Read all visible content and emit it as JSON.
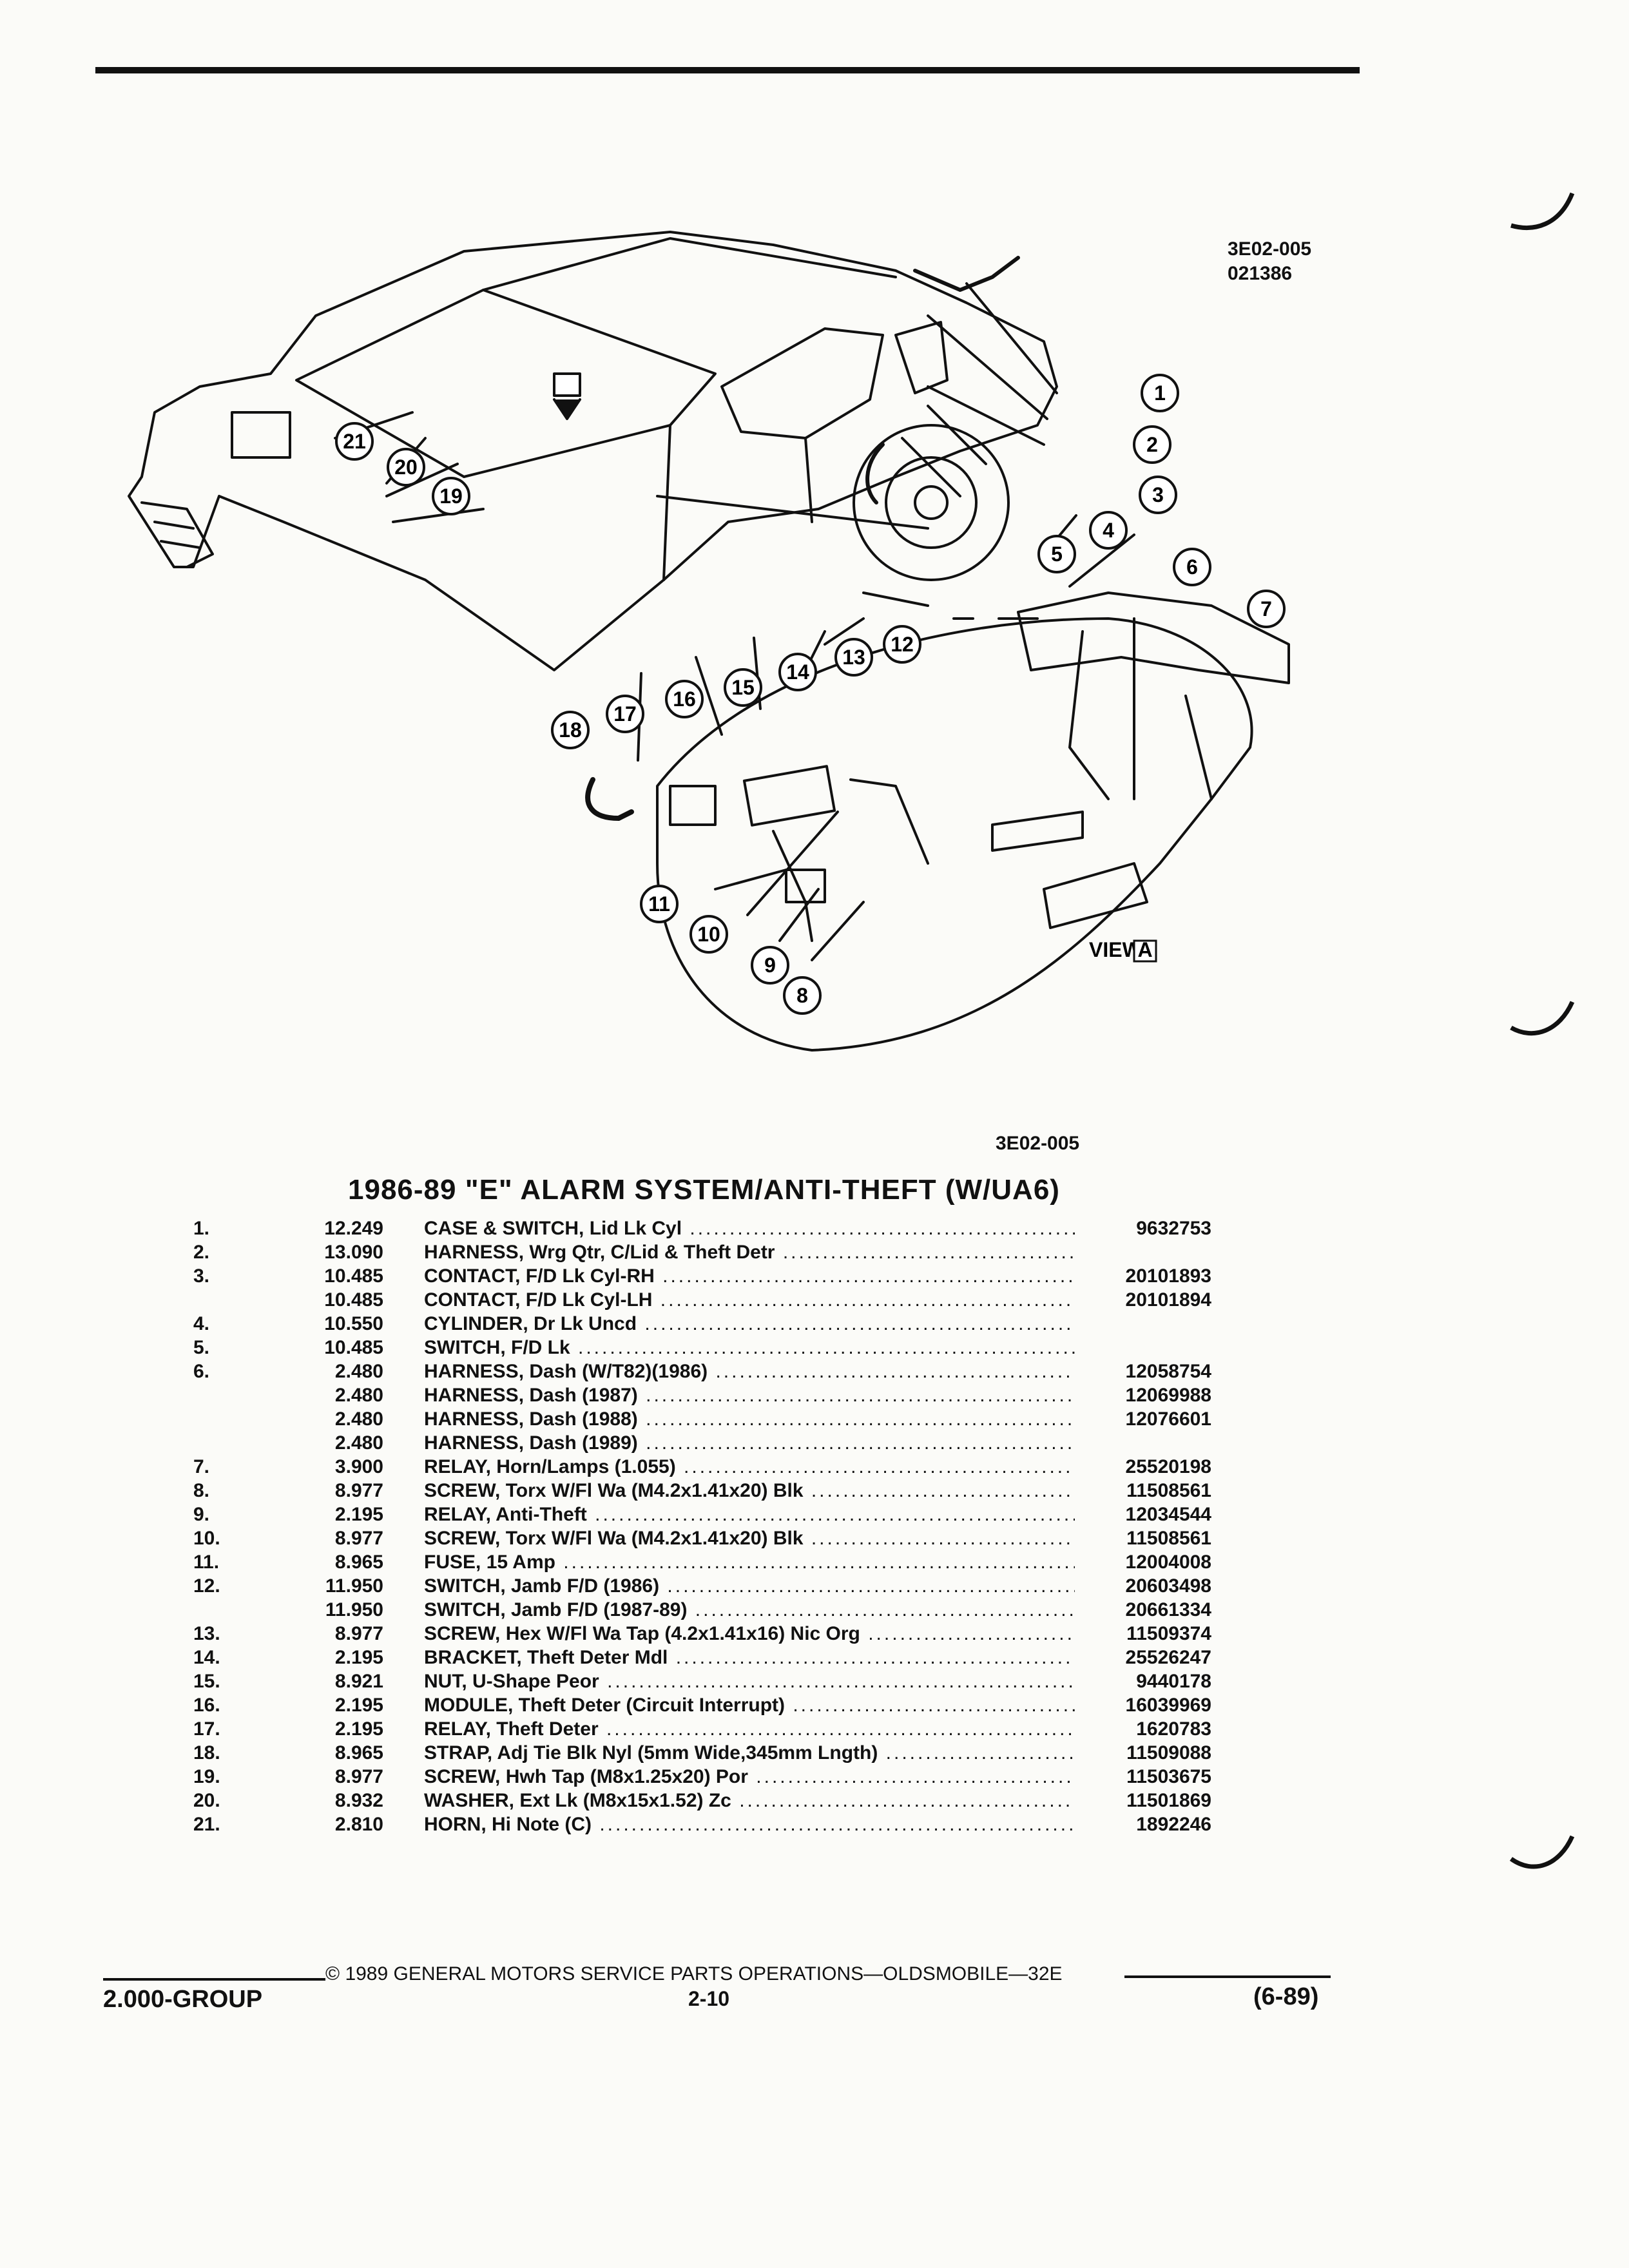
{
  "header": {
    "figure_id": "3E02-005",
    "figure_date_code": "021386"
  },
  "diagram": {
    "view_label": "VIEW",
    "view_letter": "A",
    "callouts": [
      "1",
      "2",
      "3",
      "4",
      "5",
      "6",
      "7",
      "8",
      "9",
      "10",
      "11",
      "12",
      "13",
      "14",
      "15",
      "16",
      "17",
      "18",
      "19",
      "20",
      "21"
    ]
  },
  "figure_ref": "3E02-005",
  "section_title": "1986-89 \"E\" ALARM SYSTEM/ANTI-THEFT (W/UA6)",
  "parts": [
    {
      "num": "1.",
      "group": "12.249",
      "name": "CASE & SWITCH,",
      "desc": "Lid Lk Cyl",
      "pn": "9632753"
    },
    {
      "num": "2.",
      "group": "13.090",
      "name": "HARNESS,",
      "desc": "Wrg Qtr, C/Lid & Theft Detr",
      "pn": ""
    },
    {
      "num": "3.",
      "group": "10.485",
      "name": "CONTACT,",
      "desc": "F/D Lk Cyl-RH",
      "pn": "20101893"
    },
    {
      "num": "",
      "group": "10.485",
      "name": "CONTACT,",
      "desc": "F/D Lk Cyl-LH",
      "pn": "20101894"
    },
    {
      "num": "4.",
      "group": "10.550",
      "name": "CYLINDER,",
      "desc": "Dr Lk Uncd",
      "pn": ""
    },
    {
      "num": "5.",
      "group": "10.485",
      "name": "SWITCH,",
      "desc": "F/D Lk",
      "pn": ""
    },
    {
      "num": "6.",
      "group": "2.480",
      "name": "HARNESS,",
      "desc": "Dash (W/T82)(1986)",
      "pn": "12058754"
    },
    {
      "num": "",
      "group": "2.480",
      "name": "HARNESS,",
      "desc": "Dash (1987)",
      "pn": "12069988"
    },
    {
      "num": "",
      "group": "2.480",
      "name": "HARNESS,",
      "desc": "Dash (1988)",
      "pn": "12076601"
    },
    {
      "num": "",
      "group": "2.480",
      "name": "HARNESS,",
      "desc": "Dash (1989)",
      "pn": ""
    },
    {
      "num": "7.",
      "group": "3.900",
      "name": "RELAY,",
      "desc": "Horn/Lamps (1.055)",
      "pn": "25520198"
    },
    {
      "num": "8.",
      "group": "8.977",
      "name": "SCREW,",
      "desc": "Torx W/Fl Wa (M4.2x1.41x20) Blk",
      "pn": "11508561"
    },
    {
      "num": "9.",
      "group": "2.195",
      "name": "RELAY,",
      "desc": "Anti-Theft",
      "pn": "12034544"
    },
    {
      "num": "10.",
      "group": "8.977",
      "name": "SCREW,",
      "desc": "Torx W/Fl Wa (M4.2x1.41x20) Blk",
      "pn": "11508561"
    },
    {
      "num": "11.",
      "group": "8.965",
      "name": "FUSE,",
      "desc": "15 Amp",
      "pn": "12004008"
    },
    {
      "num": "12.",
      "group": "11.950",
      "name": "SWITCH,",
      "desc": "Jamb F/D (1986)",
      "pn": "20603498"
    },
    {
      "num": "",
      "group": "11.950",
      "name": "SWITCH,",
      "desc": "Jamb F/D (1987-89)",
      "pn": "20661334"
    },
    {
      "num": "13.",
      "group": "8.977",
      "name": "SCREW,",
      "desc": "Hex W/Fl Wa Tap (4.2x1.41x16) Nic Org",
      "pn": "11509374"
    },
    {
      "num": "14.",
      "group": "2.195",
      "name": "BRACKET,",
      "desc": "Theft Deter Mdl",
      "pn": "25526247"
    },
    {
      "num": "15.",
      "group": "8.921",
      "name": "NUT,",
      "desc": "U-Shape Peor",
      "pn": "9440178"
    },
    {
      "num": "16.",
      "group": "2.195",
      "name": "MODULE,",
      "desc": "Theft Deter (Circuit Interrupt)",
      "pn": "16039969"
    },
    {
      "num": "17.",
      "group": "2.195",
      "name": "RELAY,",
      "desc": "Theft Deter",
      "pn": "1620783"
    },
    {
      "num": "18.",
      "group": "8.965",
      "name": "STRAP,",
      "desc": "Adj Tie Blk Nyl (5mm Wide,345mm Lngth)",
      "pn": "11509088"
    },
    {
      "num": "19.",
      "group": "8.977",
      "name": "SCREW,",
      "desc": "Hwh Tap (M8x1.25x20) Por",
      "pn": "11503675"
    },
    {
      "num": "20.",
      "group": "8.932",
      "name": "WASHER,",
      "desc": "Ext Lk (M8x15x1.52) Zc",
      "pn": "11501869"
    },
    {
      "num": "21.",
      "group": "2.810",
      "name": "HORN,",
      "desc": "Hi Note (C)",
      "pn": "1892246"
    }
  ],
  "footer": {
    "copyright": "© 1989 GENERAL MOTORS SERVICE PARTS OPERATIONS—OLDSMOBILE—32E",
    "group": "2.000-GROUP",
    "page": "2-10",
    "date": "(6-89)"
  }
}
